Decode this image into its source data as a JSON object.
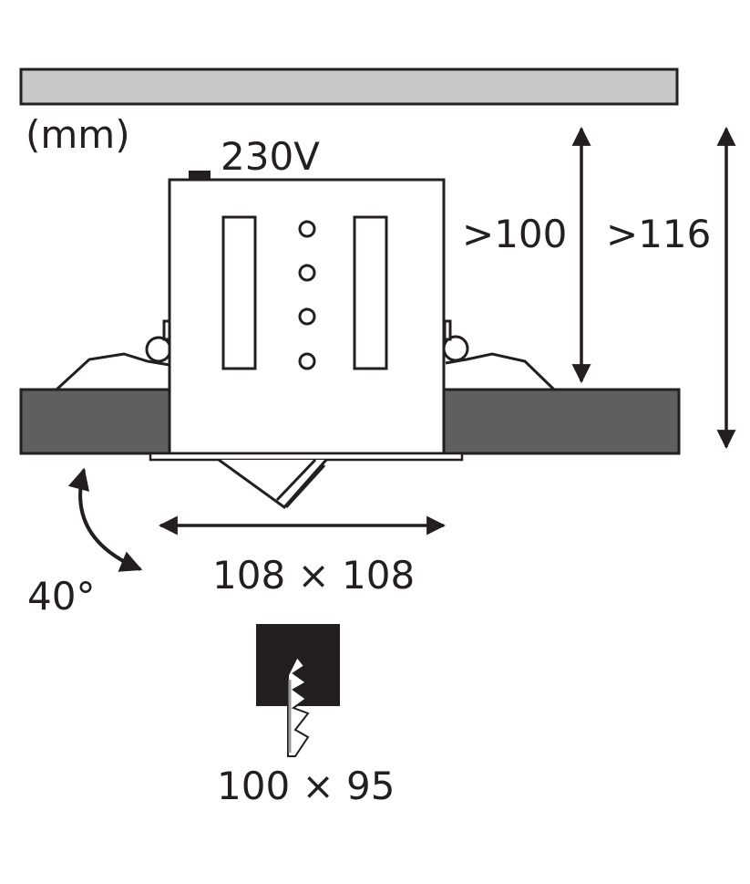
{
  "labels": {
    "unit": "(mm)",
    "voltage": "230V",
    "min_depth": ">100",
    "min_depth_total": ">116",
    "tilt_angle": "40°",
    "size": "108 × 108",
    "cutout": "100 × 95"
  },
  "colors": {
    "ceiling": "#c8c8c8",
    "panel": "#5f5f5f",
    "cutout": "#231f20",
    "line": "#231f20"
  }
}
